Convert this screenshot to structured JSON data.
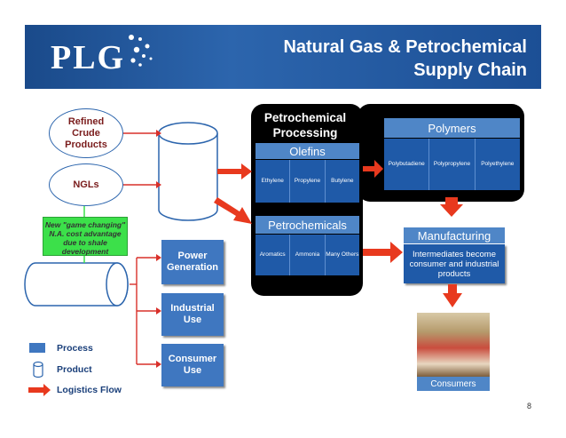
{
  "header": {
    "logo": "PLG",
    "title_line1": "Natural Gas & Petrochemical",
    "title_line2": "Supply Chain"
  },
  "products": {
    "refined": "Refined Crude Products",
    "ngls": "NGLs"
  },
  "green_note": "New \"game changing\" N.A. cost advantage due to shale development",
  "end_uses": {
    "power": "Power Generation",
    "industrial": "Industrial Use",
    "consumer": "Consumer Use"
  },
  "petrochem_processing": {
    "title": "Petrochemical Processing",
    "olefins": {
      "header": "Olefins",
      "items": [
        "Ethylene",
        "Propylene",
        "Butylene"
      ]
    },
    "petrochemicals": {
      "header": "Petrochemicals",
      "items": [
        "Aromatics",
        "Ammonia",
        "Many Others"
      ]
    }
  },
  "polymers": {
    "header": "Polymers",
    "items": [
      "Polybutadiene",
      "Polypropylene",
      "Polyethylene"
    ]
  },
  "manufacturing": {
    "header": "Manufacturing",
    "body": "Intermediates become consumer and industrial products"
  },
  "consumers": "Consumers",
  "legend": {
    "process": "Process",
    "product": "Product",
    "logistics": "Logistics Flow"
  },
  "page_number": "8",
  "colors": {
    "header_blue": "#1a4a8a",
    "process_blue": "#3f77c0",
    "arrow_red": "#e8391e",
    "flow_line_red": "#d9302a",
    "green_note": "#3ce04a",
    "product_text": "#7a1c1c"
  }
}
